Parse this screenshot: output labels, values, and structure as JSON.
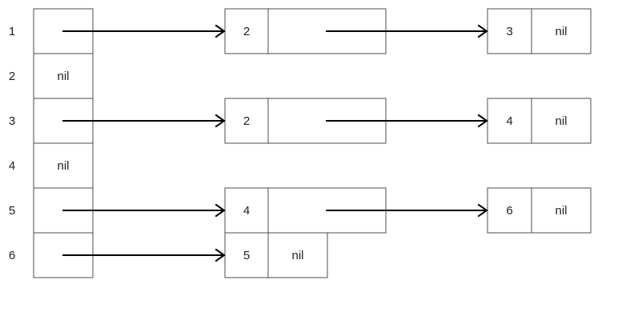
{
  "diagram_type": "adjacency-list-linked-lists",
  "colors": {
    "background": "#ffffff",
    "box_border": "#4d4d4d",
    "arrow": "#000000",
    "text": "#1f1f1f"
  },
  "array": {
    "indices": [
      "1",
      "2",
      "3",
      "4",
      "5",
      "6"
    ],
    "cell_texts": [
      "",
      "nil",
      "",
      "nil",
      "",
      ""
    ]
  },
  "nodes": {
    "r1n1": {
      "value": "2",
      "next": ""
    },
    "r1n2": {
      "value": "3",
      "next": "nil"
    },
    "r3n1": {
      "value": "2",
      "next": ""
    },
    "r3n2": {
      "value": "4",
      "next": "nil"
    },
    "r5n1": {
      "value": "4",
      "next": ""
    },
    "r5n2": {
      "value": "6",
      "next": "nil"
    },
    "r6n1": {
      "value": "5",
      "next": "nil"
    }
  }
}
